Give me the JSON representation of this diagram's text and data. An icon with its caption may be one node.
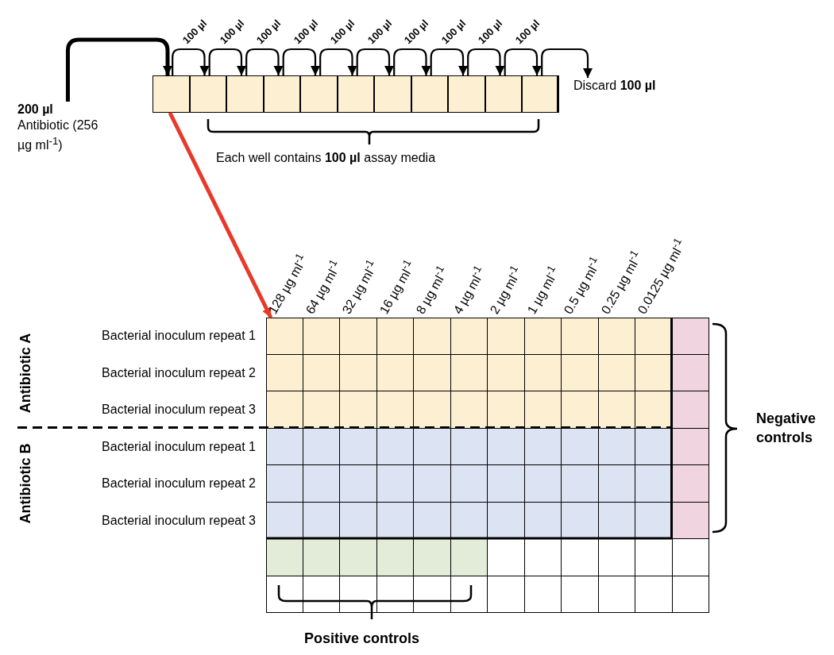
{
  "diagram": {
    "nodes": [
      {
        "text": [
          "200 µl",
          "Antibiotic (256 µg ml$^{-1}$)"
        ]
      },
      {
        "text": [],
        "shape": "box"
      },
      {
        "text": [],
        "shape": "box"
      },
      {
        "text": [],
        "shape": "box"
      },
      {
        "text": [],
        "shape": "box"
      },
      {
        "text": [],
        "shape": "box"
      },
      {
        "text": [],
        "shape": "box"
      },
      {
        "text": [],
        "shape": "box"
      },
      {
        "text": [],
        "shape": "box"
      },
      {
        "text": [],
        "shape": "box"
      },
      {
        "text": [],
        "shape": "box"
      },
      {
        "text": [],
        "shape": "box"
      },
      {
        "text": [
          "Discard **100 µl**"
        ]
      },
      {
        "text": [],
        "shape": "box"
      }
    ],
    "edges": [
      {
        "from": 0,
        "to": 1,
        "arrow": "to",
        "style": "thick"
      },
      {
        "from": 1,
        "to": 2,
        "arrow": "to",
        "label": "100 µl"
      },
      {
        "from": 2,
        "to": 3,
        "arrow": "to",
        "label": "100 µl"
      },
      {
        "from": 3,
        "to": 4,
        "arrow": "to",
        "label": "100 µl"
      },
      {
        "from": 4,
        "to": 5,
        "arrow": "to",
        "label": "100 µl"
      },
      {
        "from": 5,
        "to": 6,
        "arrow": "to",
        "label": "100 µl"
      },
      {
        "from": 6,
        "to": 7,
        "arrow": "to",
        "label": "100 µl"
      },
      {
        "from": 7,
        "to": 8,
        "arrow": "to",
        "label": "100 µl"
      },
      {
        "from": 8,
        "to": 9,
        "arrow": "to",
        "label": "100 µl"
      },
      {
        "from": 9,
        "to": 10,
        "arrow": "to",
        "label": "100 µl"
      },
      {
        "from": 10,
        "to": 11,
        "arrow": "to",
        "label": "100 µl"
      },
      {
        "from": 11,
        "to": 12,
        "arrow": "to"
      },
      {
        "from": 1,
        "to": 13,
        "arrow": "to",
        "style": "thick",
        "color": "#e8392b"
      }
    ],
    "labels": [
      "Each well contains **100 µl** assay media",
      "128 µg ml$^{-1}$",
      "64 µg ml$^{-1}$",
      "32 µg ml$^{-1}$",
      "16 µg ml$^{-1}$",
      "8 µg ml$^{-1}$",
      "4 µg ml$^{-1}$",
      "2 µg ml$^{-1}$",
      "1 µg ml$^{-1}$",
      "0.5 µg ml$^{-1}$",
      "0.25 µg ml$^{-1}$",
      "0.0125 µg ml$^{-1}$",
      "Antibiotic A",
      "Bacterial inoculum repeat 1",
      "Bacterial inoculum repeat 2",
      "Bacterial inoculum repeat 3",
      "Antibiotic B",
      "Bacterial inoculum repeat 1",
      "Bacterial inoculum repeat 2",
      "Bacterial inoculum repeat 3",
      "Negative controls",
      "Positive controls"
    ]
  }
}
